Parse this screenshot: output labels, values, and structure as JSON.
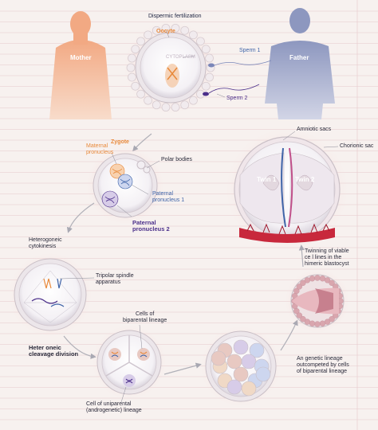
{
  "labels": {
    "title": "Dispermic fertilization",
    "oocyte": "Oocyte",
    "cytoplasm": "CYTOPLASM",
    "mother": "Mother",
    "father": "Father",
    "sperm1": "Sperm 1",
    "sperm2": "Sperm 2",
    "zygote": "Zygote",
    "maternal_pronucleus": [
      "Maternal",
      "pronucleus"
    ],
    "polar_bodies": "Polar bodies",
    "paternal_pronucleus_1": [
      "Paternal",
      "pronucleus 1"
    ],
    "paternal_pronucleus_2": [
      "Paternal",
      "pronucleus 2"
    ],
    "heterogoneic_cytokinesis": [
      "Heterogoneic",
      "cytokinesis"
    ],
    "tripolar_spindle": [
      "Tripolar spindle",
      "apparatus"
    ],
    "cells_biparental": [
      "Cells of",
      "biparental lineage"
    ],
    "heterogoneic_cleavage": [
      "Heter oneic",
      "cleavage division"
    ],
    "cell_uniparental": [
      "Cell of uniparental",
      "(androgenetic) lineage"
    ],
    "amniotic_sacs": "Amniotic sacs",
    "chorionic_sac": "Chorionic sac",
    "twin1": "Twin 1",
    "twin2": "Twin 2",
    "twinning": [
      "Twinning of viable",
      "ce l lines in the",
      "himeric blastocyst"
    ],
    "genetic_lineage": [
      "An     genetic lineage",
      "outcompeted by cells",
      "of biparental lineage"
    ]
  },
  "colors": {
    "background": "#f7f1ef",
    "ruled_line": "#e6c9cc",
    "mother_silhouette": "#f3b58f",
    "father_silhouette": "#9aa3c6",
    "maternal": "#e8893a",
    "paternal": "#3f64a8",
    "paternal_2": "#4b2f8a",
    "placenta": "#c8283c",
    "arrow": "#b0b0b8"
  }
}
